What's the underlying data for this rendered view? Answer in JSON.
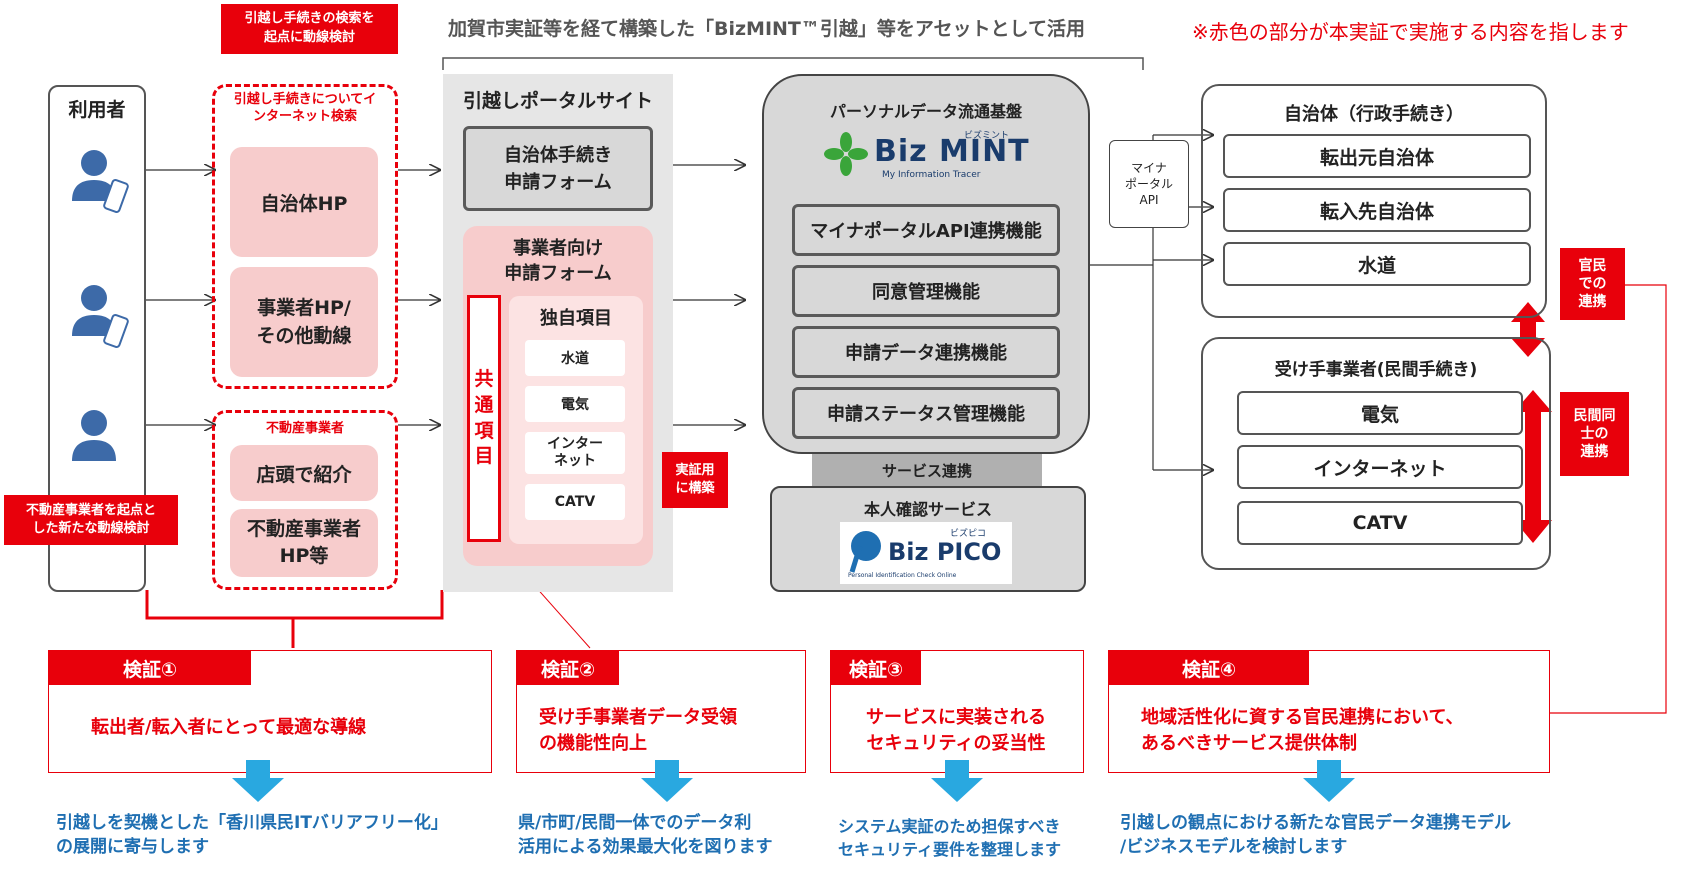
{
  "header": {
    "title": "加賀市実証等を経て構築した「BizMINT™引越」等をアセットとして活用",
    "note": "※赤色の部分が本実証で実施する内容を指します"
  },
  "users": {
    "title": "利用者"
  },
  "callouts": {
    "top": "引越し手続きの検索を\n起点に動線検討",
    "left": "不動産事業者を起点と\nした新たな動線検討"
  },
  "search": {
    "caption": "引越し手続きについてイ\nンターネット検索",
    "items": [
      "自治体HP",
      "事業者HP/\nその他動線"
    ]
  },
  "realestate": {
    "caption": "不動産事業者",
    "items": [
      "店頭で紹介",
      "不動産事業者\nHP等"
    ]
  },
  "portal": {
    "title": "引越しポータルサイト",
    "gov_form": "自治体手続き\n申請フォーム",
    "biz_form_title": "事業者向け\n申請フォーム",
    "common": "共\n通\n項\n目",
    "unique_title": "独自項目",
    "unique_items": [
      "水道",
      "電気",
      "インター\nネット",
      "CATV"
    ],
    "built_label": "実証用\nに構築"
  },
  "platform": {
    "title": "パーソナルデータ流通基盤",
    "logo_main": "Biz MINT",
    "logo_kana": "ビズミント",
    "logo_sub": "My Information Tracer",
    "functions": [
      "マイナポータルAPI連携機能",
      "同意管理機能",
      "申請データ連携機能",
      "申請ステータス管理機能"
    ],
    "service_link": "サービス連携"
  },
  "identity": {
    "title": "本人確認サービス",
    "logo_main": "Biz PICO",
    "logo_kana": "ビズピコ",
    "logo_sub": "Personal Identification Check Online"
  },
  "mynaportal": "マイナ\nポータル\nAPI",
  "municipality": {
    "title": "自治体（行政手続き）",
    "items": [
      "転出元自治体",
      "転入先自治体",
      "水道"
    ]
  },
  "receivers": {
    "title": "受け手事業者(民間手続き)",
    "items": [
      "電気",
      "インターネット",
      "CATV"
    ]
  },
  "links": {
    "public_private": "官民\nでの\n連携",
    "private_private": "民間同\n士の\n連携"
  },
  "verifications": [
    {
      "label": "検証①",
      "body": "転出者/転入者にとって最適な導線",
      "result": "引越しを契機とした「香川県民ITバリアフリー化」\nの展開に寄与します"
    },
    {
      "label": "検証②",
      "body": "受け手事業者データ受領\nの機能性向上",
      "result": "県/市町/民間一体でのデータ利\n活用による効果最大化を図ります"
    },
    {
      "label": "検証③",
      "body": "サービスに実装される\nセキュリティの妥当性",
      "result": "システム実証のため担保すべき\nセキュリティ要件を整理します"
    },
    {
      "label": "検証④",
      "body": "地域活性化に資する官民連携において、\nあるべきサービス提供体制",
      "result": "引越しの観点における新たな官民データ連携モデル\n/ビジネスモデルを検討します"
    }
  ],
  "colors": {
    "accent_red": "#e8000b",
    "pink": "#f7cccc",
    "blue_text": "#1f6fb2",
    "arrow_blue": "#29a8e0"
  }
}
